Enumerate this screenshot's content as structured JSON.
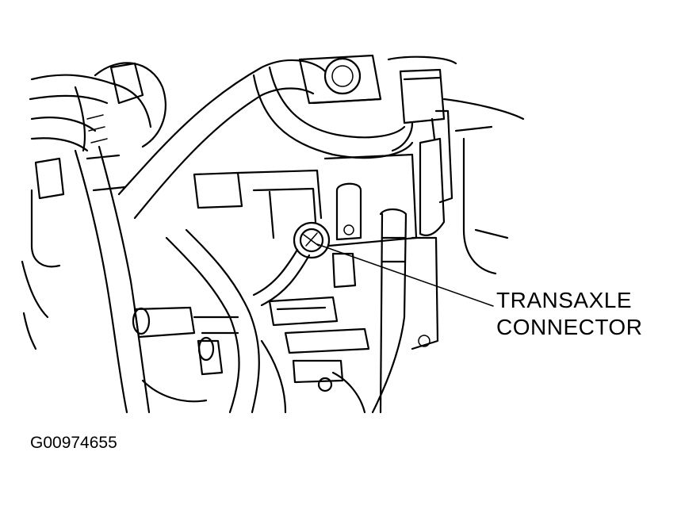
{
  "callout": {
    "line1": "TRANSAXLE",
    "line2": "CONNECTOR"
  },
  "figure_id": "G00974655"
}
